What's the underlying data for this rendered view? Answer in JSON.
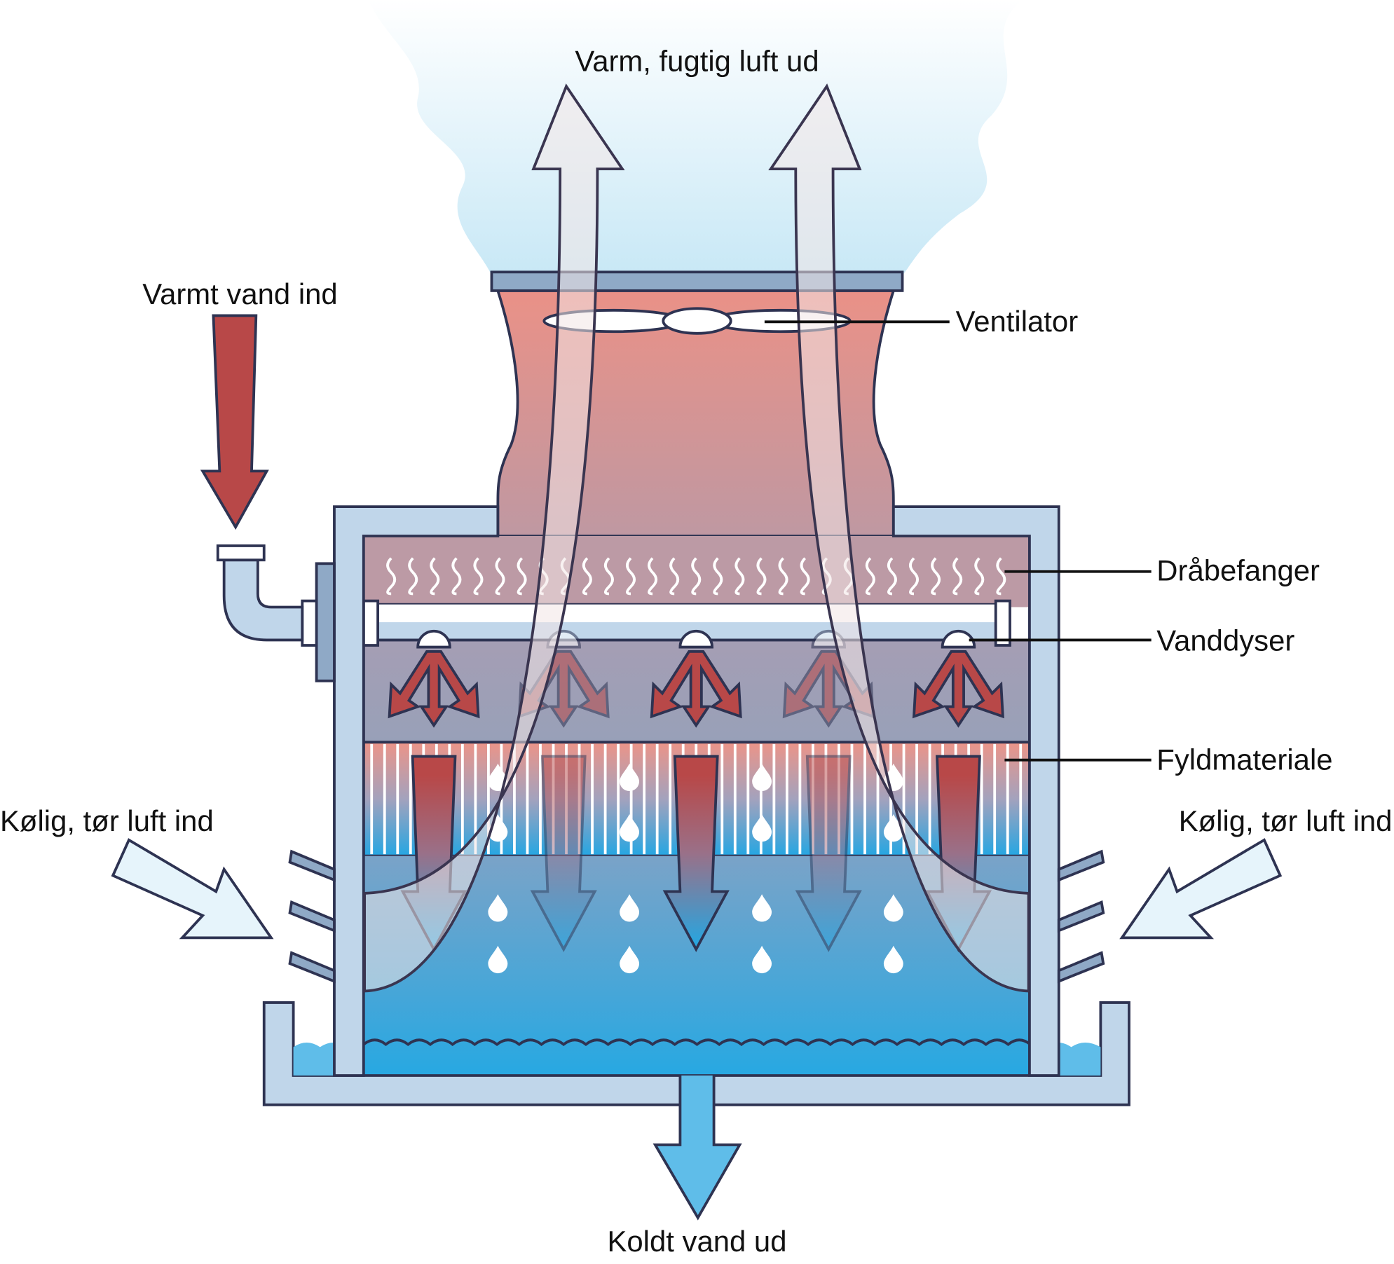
{
  "labels": {
    "hot_air_out": "Varm, fugtig luft ud",
    "hot_water_in": "Varmt vand ind",
    "fan": "Ventilator",
    "drift_eliminator": "Dråbefanger",
    "nozzles": "Vanddyser",
    "fill": "Fyldmateriale",
    "cool_air_in_left": "Kølig, tør luft ind",
    "cool_air_in_right": "Kølig, tør luft ind",
    "cold_water_out": "Koldt vand ud"
  },
  "colors": {
    "outline": "#2e3352",
    "frame": "#c0d6ea",
    "hot": "#b84848",
    "water": "#2aa7e0",
    "steam": "#cfe9f6"
  }
}
